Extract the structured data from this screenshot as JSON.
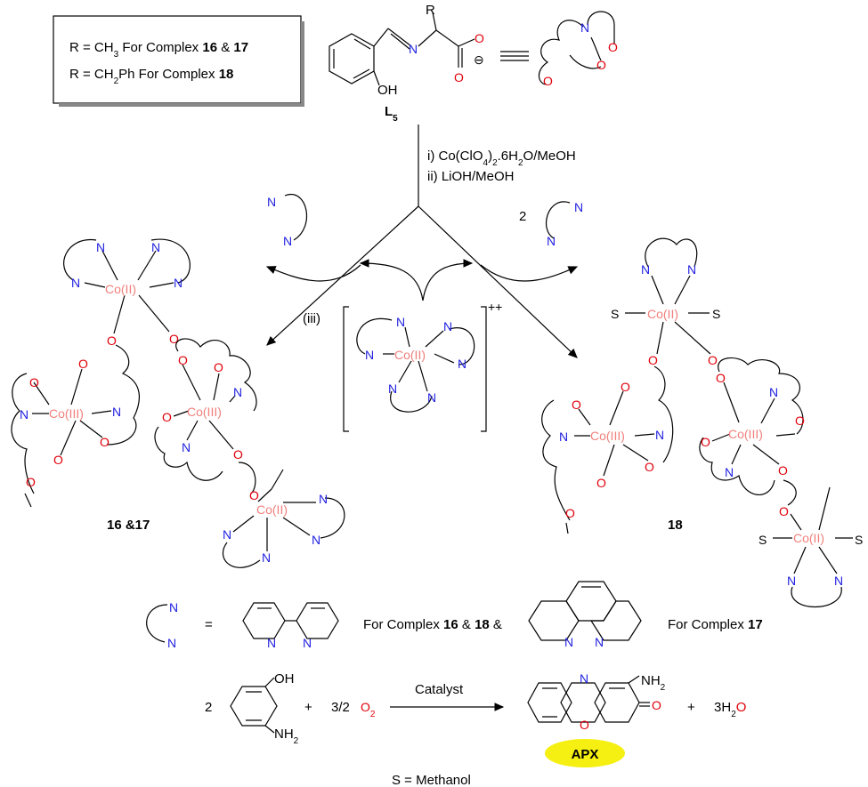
{
  "legend_box": {
    "line1": "R = CH3 For Complex 16 & 17",
    "line2": "R = CH2Ph For Complex 18"
  },
  "ligand": {
    "r_label": "R",
    "oh_label": "OH",
    "n_label": "N",
    "o_label": "O",
    "charge": "⊖",
    "name": "L5"
  },
  "conditions": {
    "step1": "i) Co(ClO4)2.6H2O/MeOH",
    "step2": "ii) LiOH/MeOH",
    "step3": "(iii)"
  },
  "equivalents": {
    "two": "2"
  },
  "complex_center": {
    "metal": "Co(II)",
    "charge": "++"
  },
  "complex_left": {
    "label": "16 &17",
    "co3": "Co(III)",
    "co2": "Co(II)"
  },
  "complex_right": {
    "label": "18",
    "co3": "Co(III)",
    "co2": "Co(II)",
    "solvent": "S"
  },
  "nn_legend": {
    "equals": "=",
    "text1": "For Complex 16 & 18 &",
    "text2": "For Complex 17"
  },
  "reaction": {
    "coef": "2",
    "oh": "OH",
    "nh2": "NH2",
    "plus": "+",
    "o2_coef": "3/2",
    "o2": "O2",
    "catalyst": "Catalyst",
    "product_nh2": "NH2",
    "water": "3H2O",
    "badge": "APX",
    "badge_color": "#f5ef12"
  },
  "footnote": "S = Methanol",
  "colors": {
    "nitrogen": "#1f1fe0",
    "oxygen": "#e0000a",
    "cobalt": "#f0807c"
  }
}
